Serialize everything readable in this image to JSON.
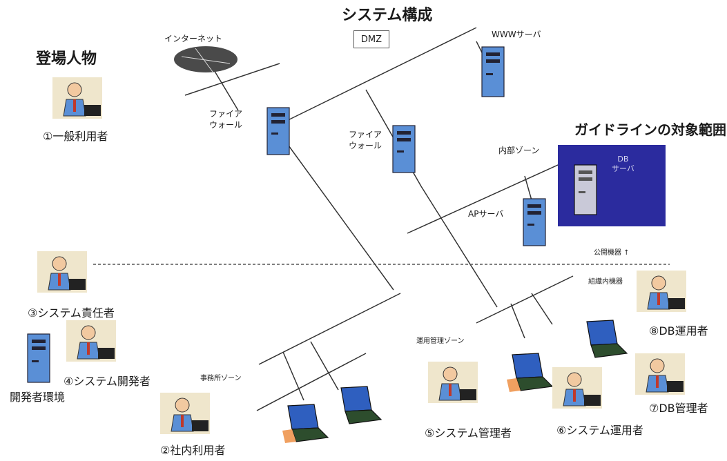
{
  "diagram": {
    "title": "システム構成",
    "dmz_label": "DMZ",
    "internet_label": "インターネット",
    "firewall1_label": "ファイア\nウォール",
    "firewall2_label": "ファイア\nウォール",
    "www_server_label": "WWWサーバ",
    "internal_zone_label": "内部ゾーン",
    "ap_server_label": "APサーバ",
    "db_server_label": "DB\nサーバ",
    "public_equipment_label": "公開機器 ↑",
    "org_equipment_label": "組織内機器",
    "ops_zone_label": "運用管理ゾーン",
    "office_zone_label": "事務所ゾーン",
    "dev_env_label": "開発者環境",
    "colors": {
      "scope_box": "#2b2b9e",
      "server_blue": "#5a8fd6",
      "laptop_blue": "#2f5fbf",
      "cloud": "#4a4a4a"
    }
  },
  "scope": {
    "title": "ガイドラインの対象範囲"
  },
  "characters": {
    "title": "登場人物",
    "general_user": "①一般利用者",
    "internal_user": "②社内利用者",
    "system_owner": "③システム責任者",
    "system_developer": "④システム開発者",
    "system_admin": "⑤システム管理者",
    "system_operator": "⑥システム運用者",
    "db_admin": "⑦DB管理者",
    "db_operator": "⑧DB運用者"
  }
}
